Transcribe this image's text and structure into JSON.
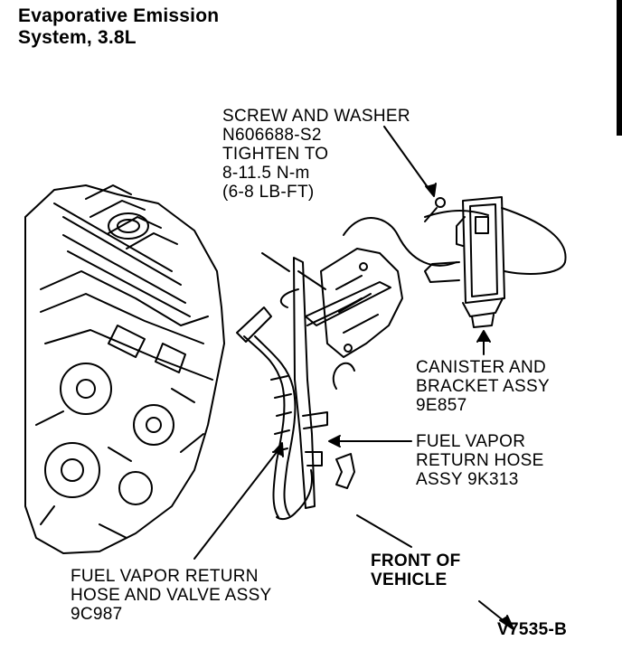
{
  "title": {
    "line1": "Evaporative Emission",
    "line2": "System, 3.8L"
  },
  "labels": {
    "screw": {
      "line1": "SCREW AND WASHER",
      "line2": "N606688-S2",
      "line3": "TIGHTEN TO",
      "line4": "8-11.5 N-m",
      "line5": "(6-8 LB-FT)"
    },
    "canister": {
      "line1": "CANISTER AND",
      "line2": "BRACKET ASSY",
      "line3": "9E857"
    },
    "return_hose": {
      "line1": "FUEL VAPOR",
      "line2": "RETURN HOSE",
      "line3": "ASSY 9K313"
    },
    "hose_valve": {
      "line1": "FUEL VAPOR RETURN",
      "line2": "HOSE AND VALVE ASSY",
      "line3": "9C987"
    },
    "front": {
      "line1": "FRONT OF",
      "line2": "VEHICLE"
    },
    "figure_code": "V7535-B"
  }
}
